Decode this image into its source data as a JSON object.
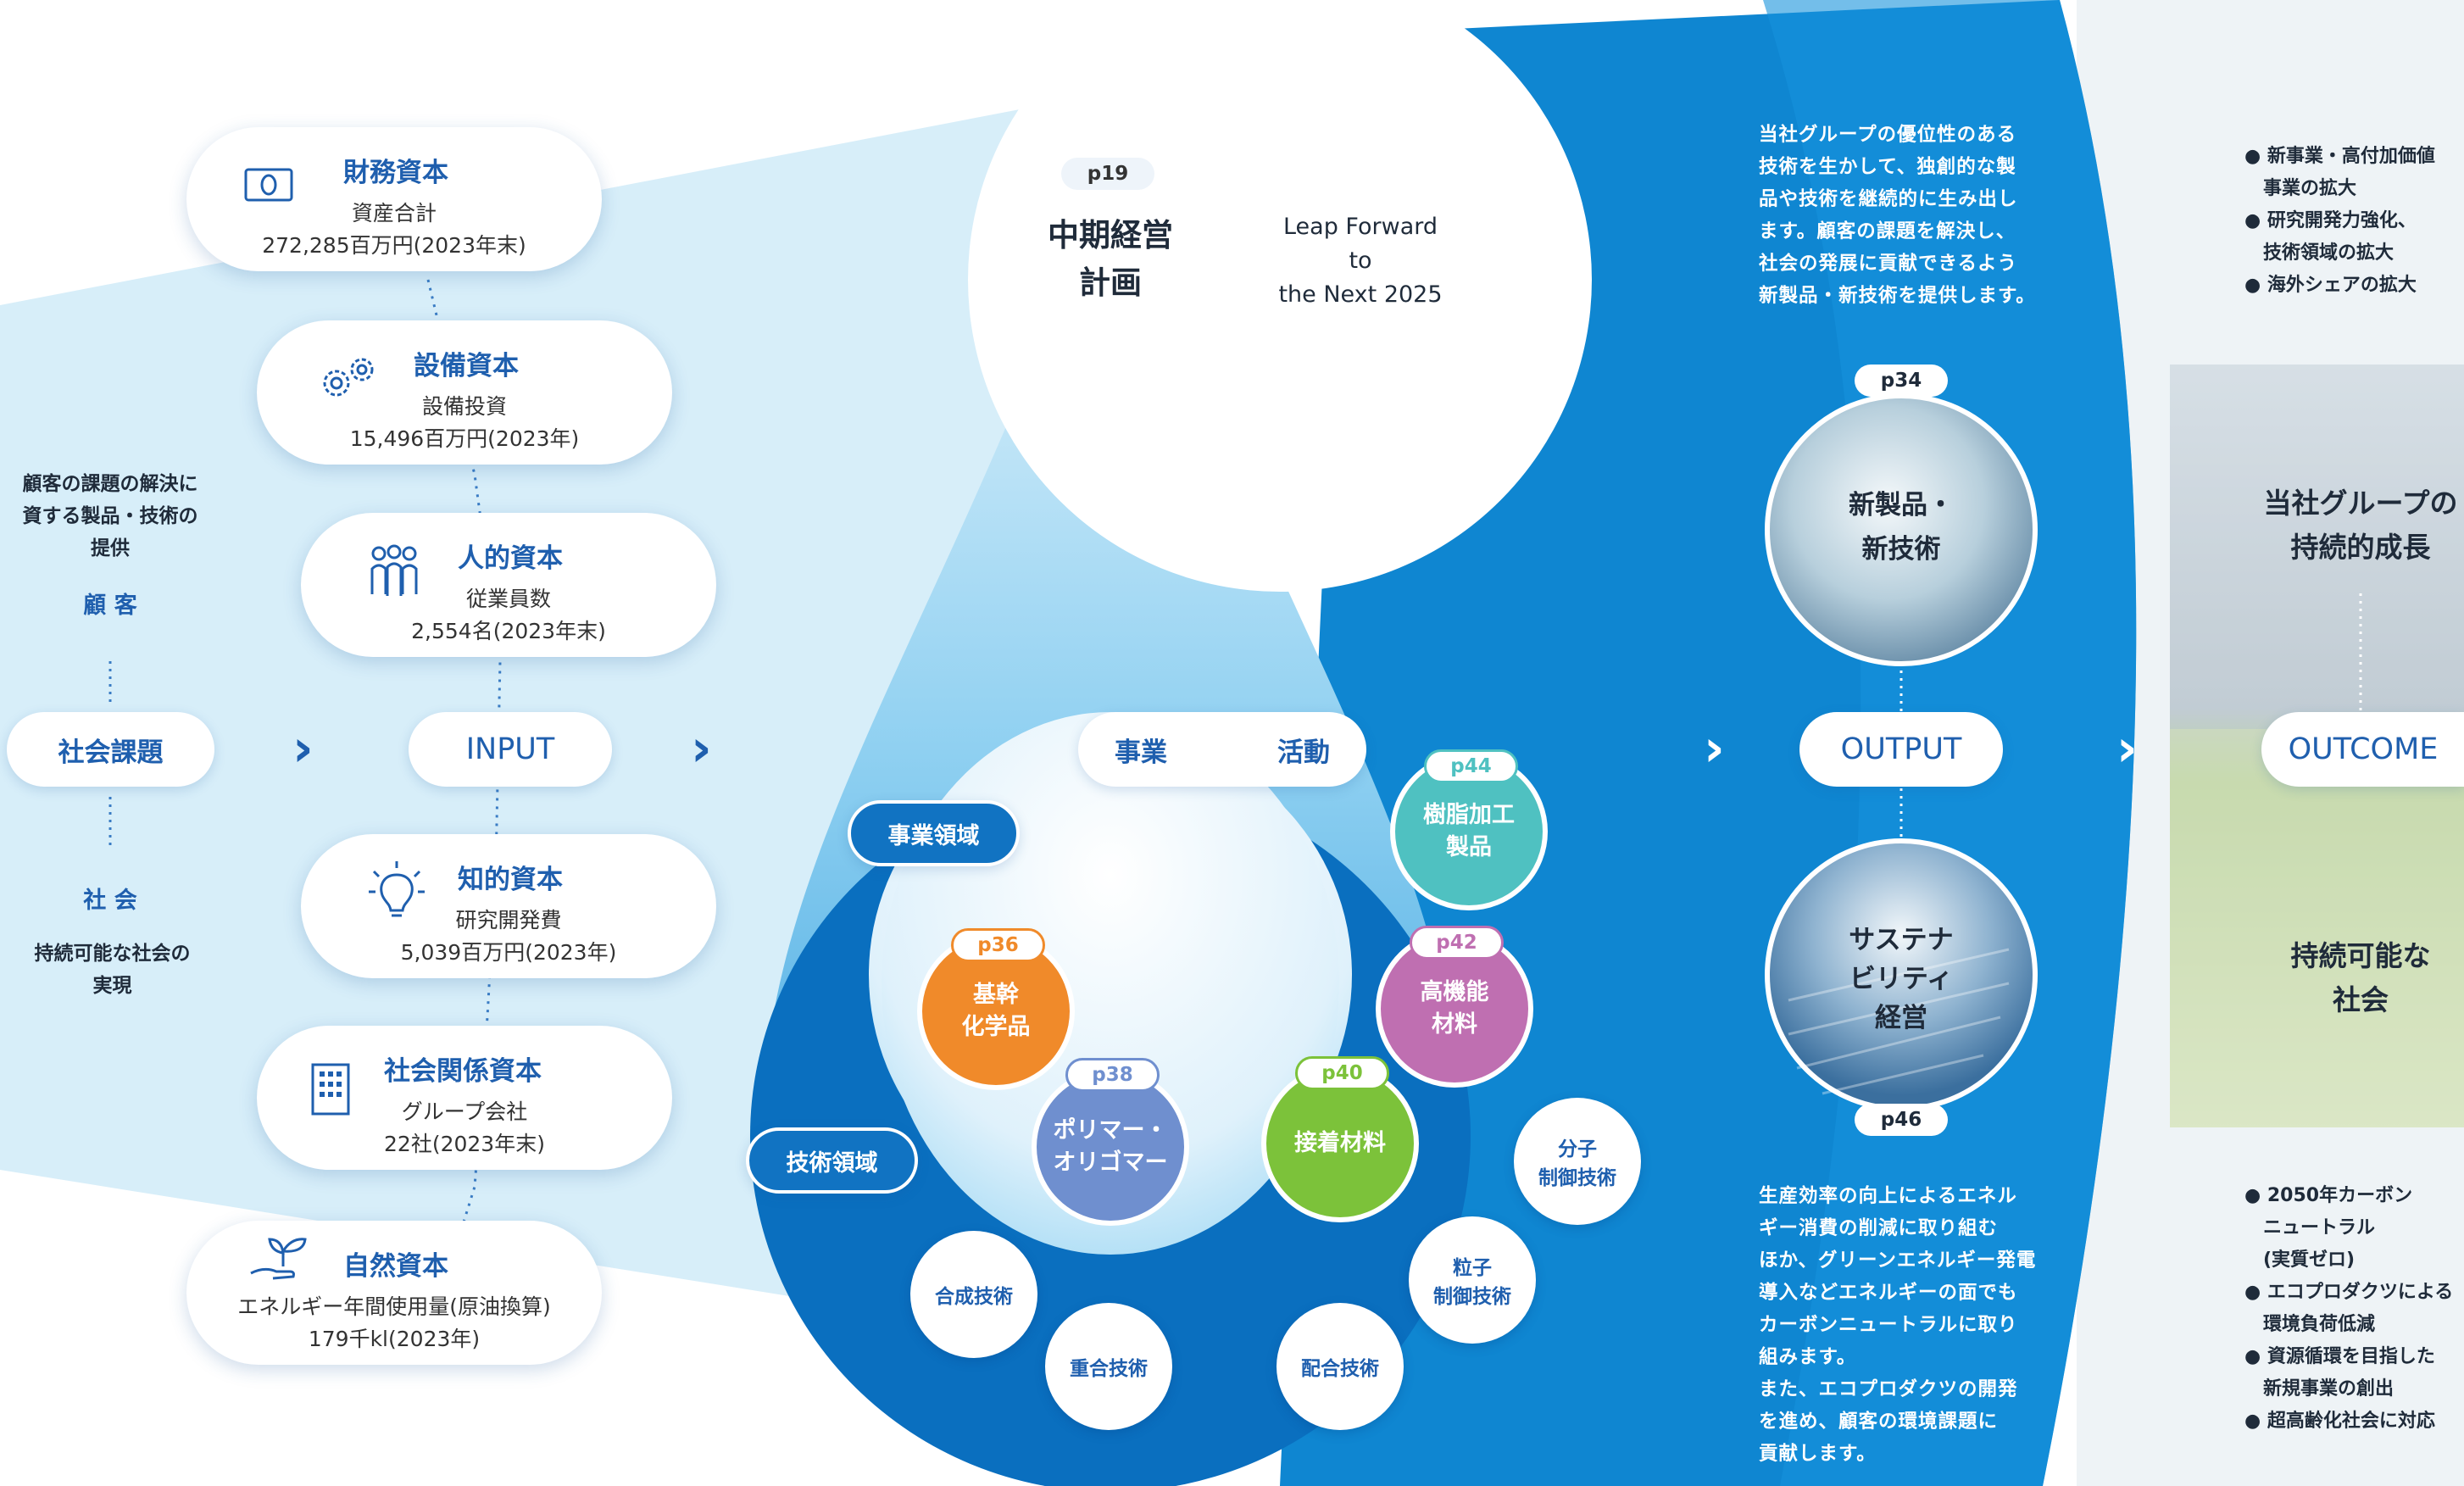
{
  "colors": {
    "blue_dark": "#0b78c9",
    "blue_mid": "#2b9ee0",
    "blue_light": "#d8eef9",
    "title_blue": "#1f5fae",
    "resin_teal": "#4fc1c1",
    "polymer_blue": "#6f8fcf",
    "core_orange": "#f08a2a",
    "adhesive_green": "#7cc23a",
    "performance_purple": "#bf6fb1"
  },
  "left": {
    "social_issue_desc": "顧客の課題の解決に\n資する製品・技術の\n提供",
    "customer": "顧 客",
    "social_issue_label": "社会課題",
    "society": "社 会",
    "society_desc": "持続可能な社会の\n実現"
  },
  "input_label": "INPUT",
  "capitals": [
    {
      "icon": "banknote-icon",
      "title": "財務資本",
      "line1": "資産合計",
      "line2": "272,285百万円(2023年末)"
    },
    {
      "icon": "gears-icon",
      "title": "設備資本",
      "line1": "設備投資",
      "line2": "15,496百万円(2023年)"
    },
    {
      "icon": "people-icon",
      "title": "人的資本",
      "line1": "従業員数",
      "line2": "2,554名(2023年末)"
    },
    {
      "icon": "lightbulb-icon",
      "title": "知的資本",
      "line1": "研究開発費",
      "line2": "5,039百万円(2023年)"
    },
    {
      "icon": "building-icon",
      "title": "社会関係資本",
      "line1": "グループ会社",
      "line2": "22社(2023年末)"
    },
    {
      "icon": "sprout-hand-icon",
      "title": "自然資本",
      "line1": "エネルギー年間使用量(原油換算)",
      "line2": "179千kl(2023年)"
    }
  ],
  "plan": {
    "page": "p19",
    "title": "中期経営\n計画",
    "subtitle": "Leap Forward\nto\nthe Next 2025"
  },
  "business": {
    "label_left": "事業",
    "label_right": "活動",
    "domain_label": "事業領域",
    "tech_label": "技術領域",
    "segments": [
      {
        "name": "樹脂加工\n製品",
        "page": "p44",
        "color": "#4fc1c1"
      },
      {
        "name": "高機能\n材料",
        "page": "p42",
        "color": "#bf6fb1"
      },
      {
        "name": "基幹\n化学品",
        "page": "p36",
        "color": "#f08a2a"
      },
      {
        "name": "ポリマー・\nオリゴマー",
        "page": "p38",
        "color": "#6f8fcf"
      },
      {
        "name": "接着材料",
        "page": "p40",
        "color": "#7cc23a"
      }
    ],
    "technologies": [
      "合成技術",
      "重合技術",
      "配合技術",
      "粒子\n制御技術",
      "分子\n制御技術"
    ]
  },
  "output": {
    "label": "OUTPUT",
    "desc": "当社グループの優位性のある\n技術を生かして、独創的な製\n品や技術を継続的に生み出し\nます。顧客の課題を解決し、\n社会の発展に貢献できるよう\n新製品・新技術を提供します。",
    "circle1": {
      "page": "p34",
      "title": "新製品・\n新技術"
    },
    "circle2": {
      "page": "p46",
      "title": "サステナ\nビリティ\n経営"
    },
    "desc2": "生産効率の向上によるエネル\nギー消費の削減に取り組む\nほか、グリーンエネルギー発電\n導入などエネルギーの面でも\nカーボンニュートラルに取り\n組みます。\nまた、エコプロダクツの開発\nを進め、顧客の環境課題に\n貢献します。"
  },
  "outcome": {
    "label": "OUTCOME",
    "top_title": "当社グループの\n持続的成長",
    "bottom_title": "持続可能な\n社会",
    "bullets_top": [
      "新事業・高付加価値\n事業の拡大",
      "研究開発力強化、\n技術領域の拡大",
      "海外シェアの拡大"
    ],
    "bullets_bottom": [
      "2050年カーボン\nニュートラル\n(実質ゼロ)",
      "エコプロダクツによる\n環境負荷低減",
      "資源循環を目指した\n新規事業の創出",
      "超高齢化社会に対応"
    ]
  }
}
